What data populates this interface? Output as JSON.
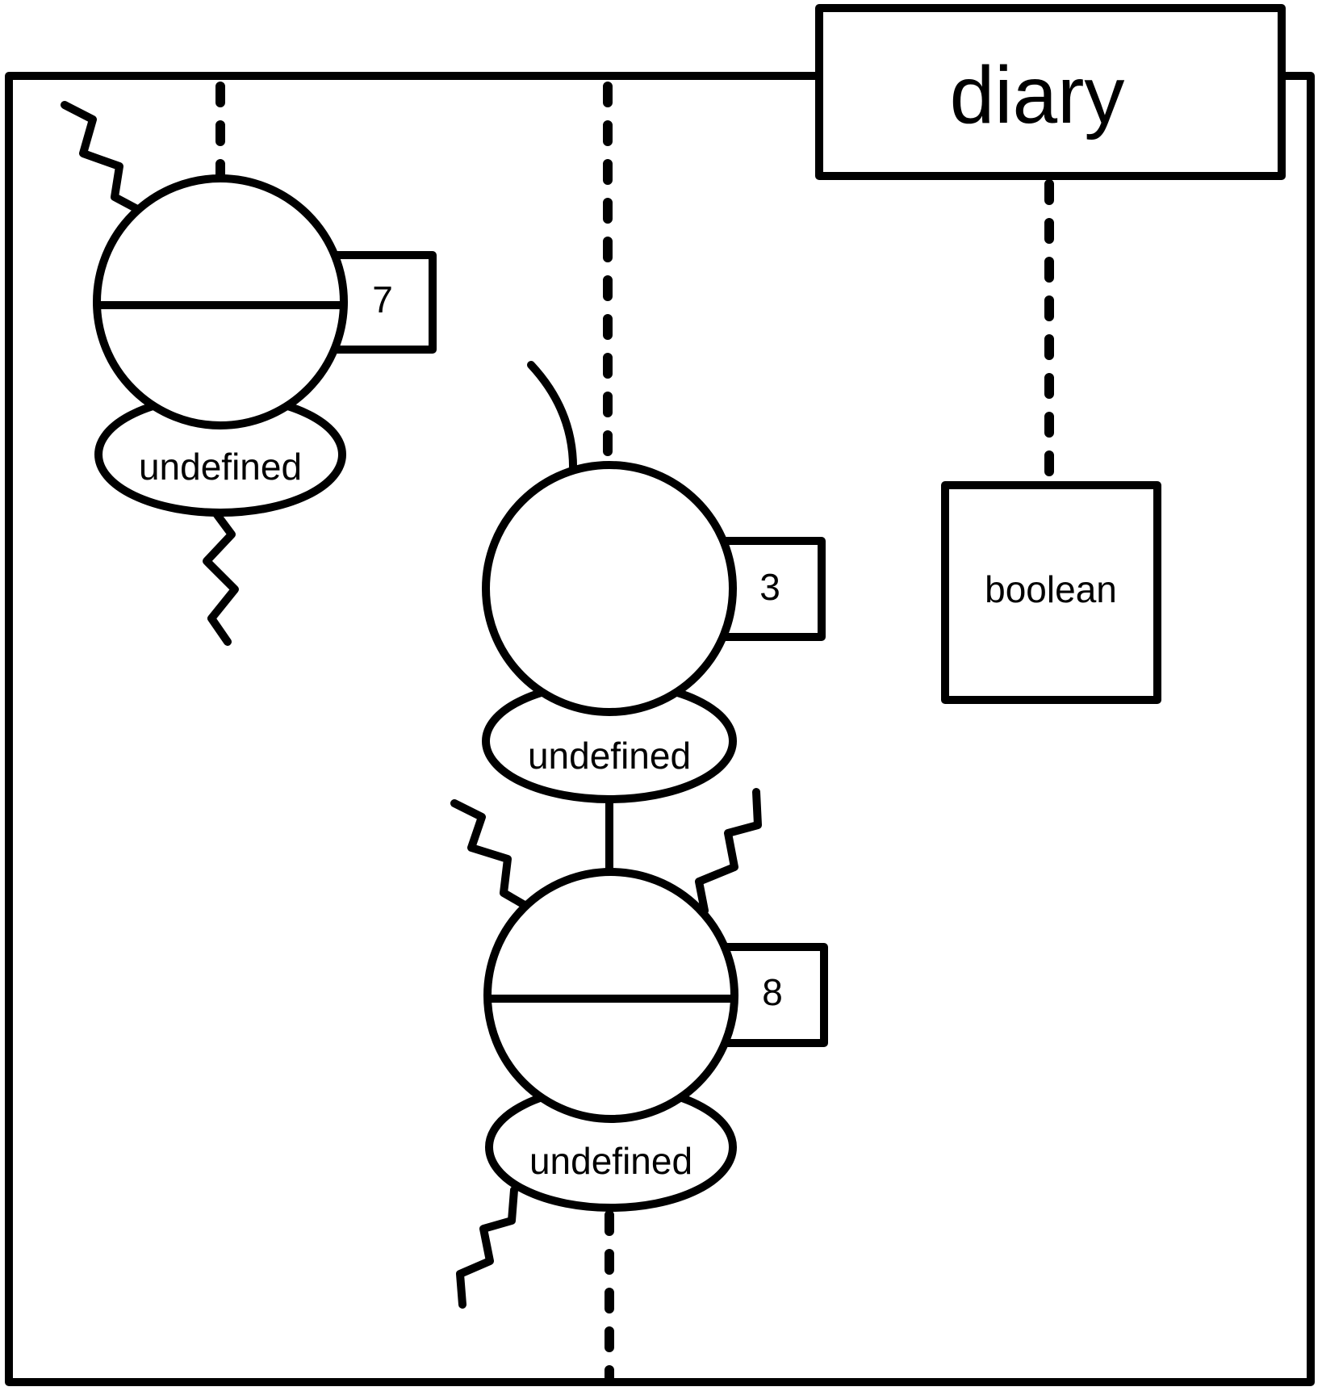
{
  "title": "diary",
  "type_box_label": "boolean",
  "nodes": [
    {
      "number": "7",
      "label": "undefined",
      "split": true
    },
    {
      "number": "3",
      "label": "undefined",
      "split": false
    },
    {
      "number": "8",
      "label": "undefined",
      "split": true
    }
  ]
}
